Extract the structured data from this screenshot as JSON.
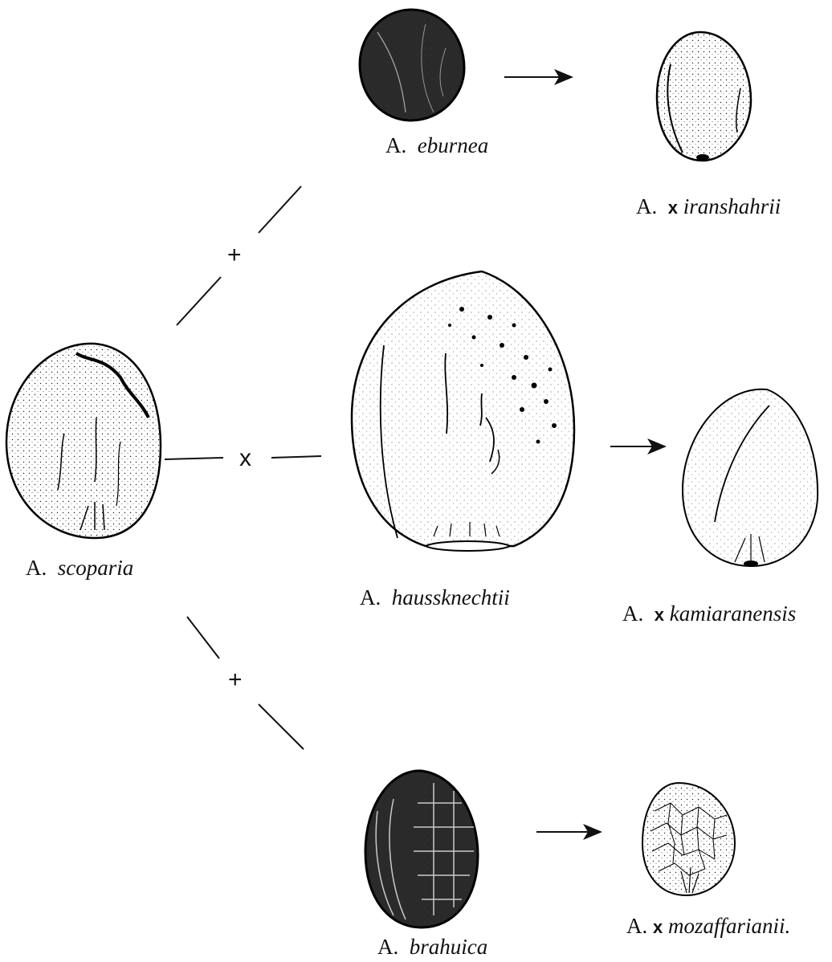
{
  "labels": {
    "eburnea": {
      "genus": "A.",
      "species": "eburnea"
    },
    "iranshahrii": {
      "genus": "A.",
      "cross": "x",
      "species": "iranshahrii"
    },
    "scoparia": {
      "genus": "A.",
      "species": "scoparia"
    },
    "haussknechtii": {
      "genus": "A.",
      "species": "haussknechtii"
    },
    "kamiaranensis": {
      "genus": "A.",
      "cross": "x",
      "species": "kamiaranensis"
    },
    "brahuica": {
      "genus": "A.",
      "species": "brahuica"
    },
    "mozaffarianii": {
      "genus": "A.",
      "cross": "x",
      "species": "mozaffarianii."
    }
  },
  "operators": {
    "upper": "+",
    "middle": "x",
    "lower": "+"
  },
  "arrow_icon": "right-arrow-icon",
  "colors": {
    "ink": "#111111",
    "background": "#ffffff"
  }
}
